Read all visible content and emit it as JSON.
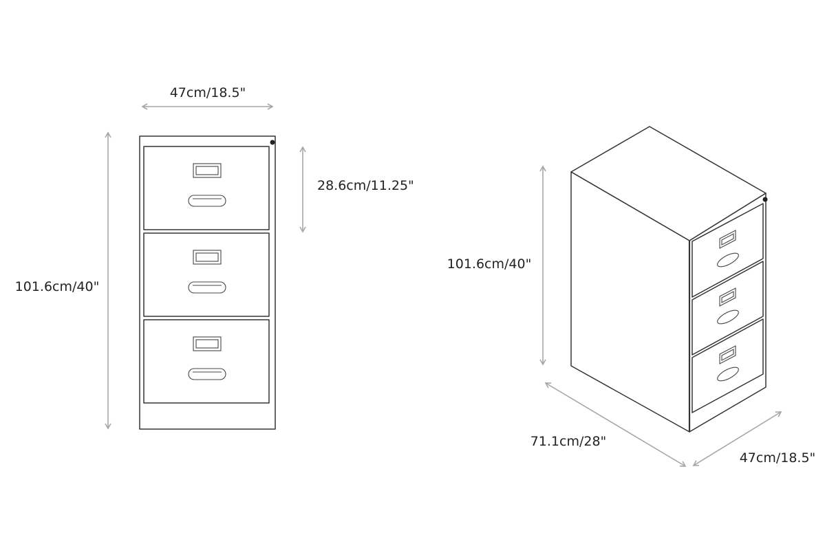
{
  "front_view": {
    "width_label": "47cm/18.5\"",
    "height_label": "101.6cm/40\"",
    "drawer_height_label": "28.6cm/11.25\""
  },
  "perspective_view": {
    "height_label": "101.6cm/40\"",
    "depth_label": "71.1cm/28\"",
    "width_label": "47cm/18.5\""
  },
  "colors": {
    "line": "#333333",
    "dimension_arrow": "#a6a6a6",
    "text": "#222222"
  }
}
